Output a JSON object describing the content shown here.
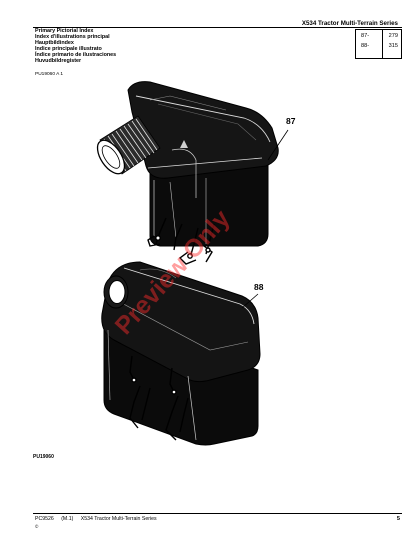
{
  "header": {
    "series_title": "X534 Tractor Multi-Terrain Series",
    "index_titles": [
      "Primary Pictorial Index",
      "Index d'illustrations principal",
      "Hauptbildindex",
      "Indice principale illustrato",
      "Índice primario de ilustraciones",
      "Huvudbildregister"
    ],
    "reference_code": "PU19060 A 1",
    "page_ranges": [
      {
        "start": "87-",
        "end": "279"
      },
      {
        "start": "88-",
        "end": "315"
      }
    ]
  },
  "callouts": [
    "87",
    "88"
  ],
  "drawing_id": "PU19060",
  "watermark": "Preview Only",
  "footer": {
    "catalog": "PC9526",
    "revision": "(M.1)",
    "model": "X534 Tractor Multi-Terrain Series",
    "page": "5",
    "copyright": "©"
  }
}
